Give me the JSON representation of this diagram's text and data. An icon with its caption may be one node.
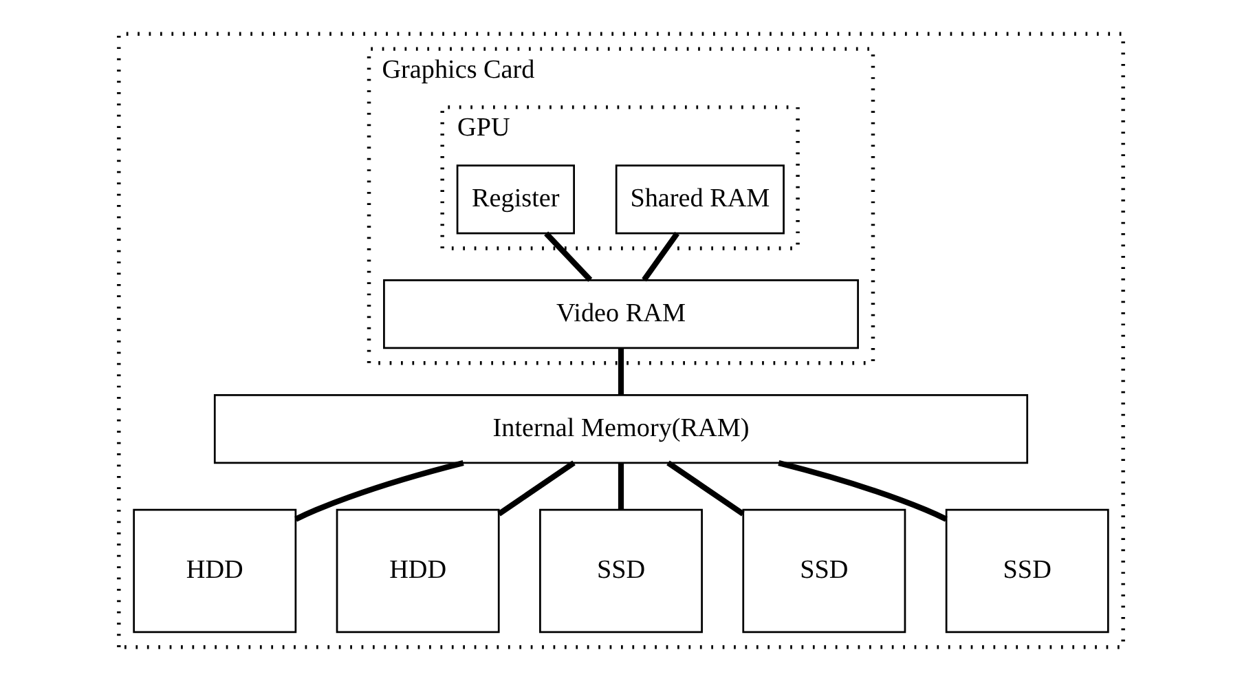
{
  "diagram": {
    "nodes": [
      {
        "text": [],
        "shape": "box"
      },
      {
        "text": [
          "Graphics Card"
        ],
        "in": 0
      },
      {
        "text": [
          "GPU"
        ],
        "in": 1
      },
      {
        "text": [
          "Register"
        ],
        "in": 2
      },
      {
        "text": [
          "Shared RAM"
        ],
        "in": 2
      },
      {
        "text": [
          "Video RAM"
        ],
        "in": 1
      },
      {
        "text": [
          "Internal Memory(RAM)"
        ],
        "in": 0
      },
      {
        "text": [
          "HDD"
        ],
        "in": 0
      },
      {
        "text": [
          "HDD"
        ],
        "in": 0
      },
      {
        "text": [
          "SSD"
        ],
        "in": 0
      },
      {
        "text": [
          "SSD"
        ],
        "in": 0
      },
      {
        "text": [
          "SSD"
        ],
        "in": 0
      }
    ],
    "edges": [
      {
        "from": 3,
        "to": 5,
        "arrow": "none"
      },
      {
        "from": 4,
        "to": 5,
        "arrow": "none"
      },
      {
        "from": 5,
        "to": 6,
        "arrow": "none"
      },
      {
        "from": 6,
        "to": 7,
        "arrow": "none"
      },
      {
        "from": 6,
        "to": 8,
        "arrow": "none"
      },
      {
        "from": 6,
        "to": 9,
        "arrow": "none"
      },
      {
        "from": 6,
        "to": 10,
        "arrow": "none"
      },
      {
        "from": 6,
        "to": 11,
        "arrow": "none"
      }
    ]
  }
}
